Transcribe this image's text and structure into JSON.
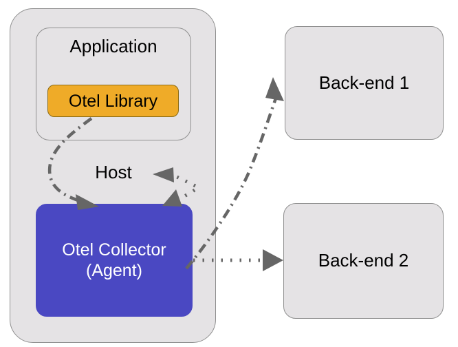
{
  "diagram": {
    "title": "OpenTelemetry Collector Agent deployment",
    "type": "architecture-diagram",
    "background_color": "#ffffff",
    "palette": {
      "grey_fill": "#e5e3e5",
      "grey_stroke": "#8f8f8f",
      "orange_fill": "#efab28",
      "orange_stroke": "#8a6a14",
      "blue_fill": "#4a48c2",
      "edge_color": "#666666",
      "text_dark": "#000000",
      "text_light": "#ffffff"
    }
  },
  "nodes": {
    "host": {
      "label": "Host"
    },
    "application": {
      "label": "Application"
    },
    "otel_library": {
      "label": "Otel Library"
    },
    "otel_collector": {
      "line1": "Otel Collector",
      "line2": "(Agent)"
    },
    "backend1": {
      "label": "Back-end 1"
    },
    "backend2": {
      "label": "Back-end 2"
    }
  },
  "edges": [
    {
      "id": "library-to-collector",
      "from": "otel_library",
      "to": "otel_collector",
      "style": "dash-dot",
      "arrow": "end"
    },
    {
      "id": "collector-inbound",
      "from": "external",
      "to": "otel_collector",
      "style": "dotted",
      "arrow": "end"
    },
    {
      "id": "host-inbound",
      "from": "external",
      "to": "host",
      "style": "dotted",
      "arrow": "end"
    },
    {
      "id": "collector-to-backend1",
      "from": "otel_collector",
      "to": "backend1",
      "style": "dash-dot",
      "arrow": "end"
    },
    {
      "id": "collector-to-backend2",
      "from": "otel_collector",
      "to": "backend2",
      "style": "dotted",
      "arrow": "end"
    }
  ]
}
